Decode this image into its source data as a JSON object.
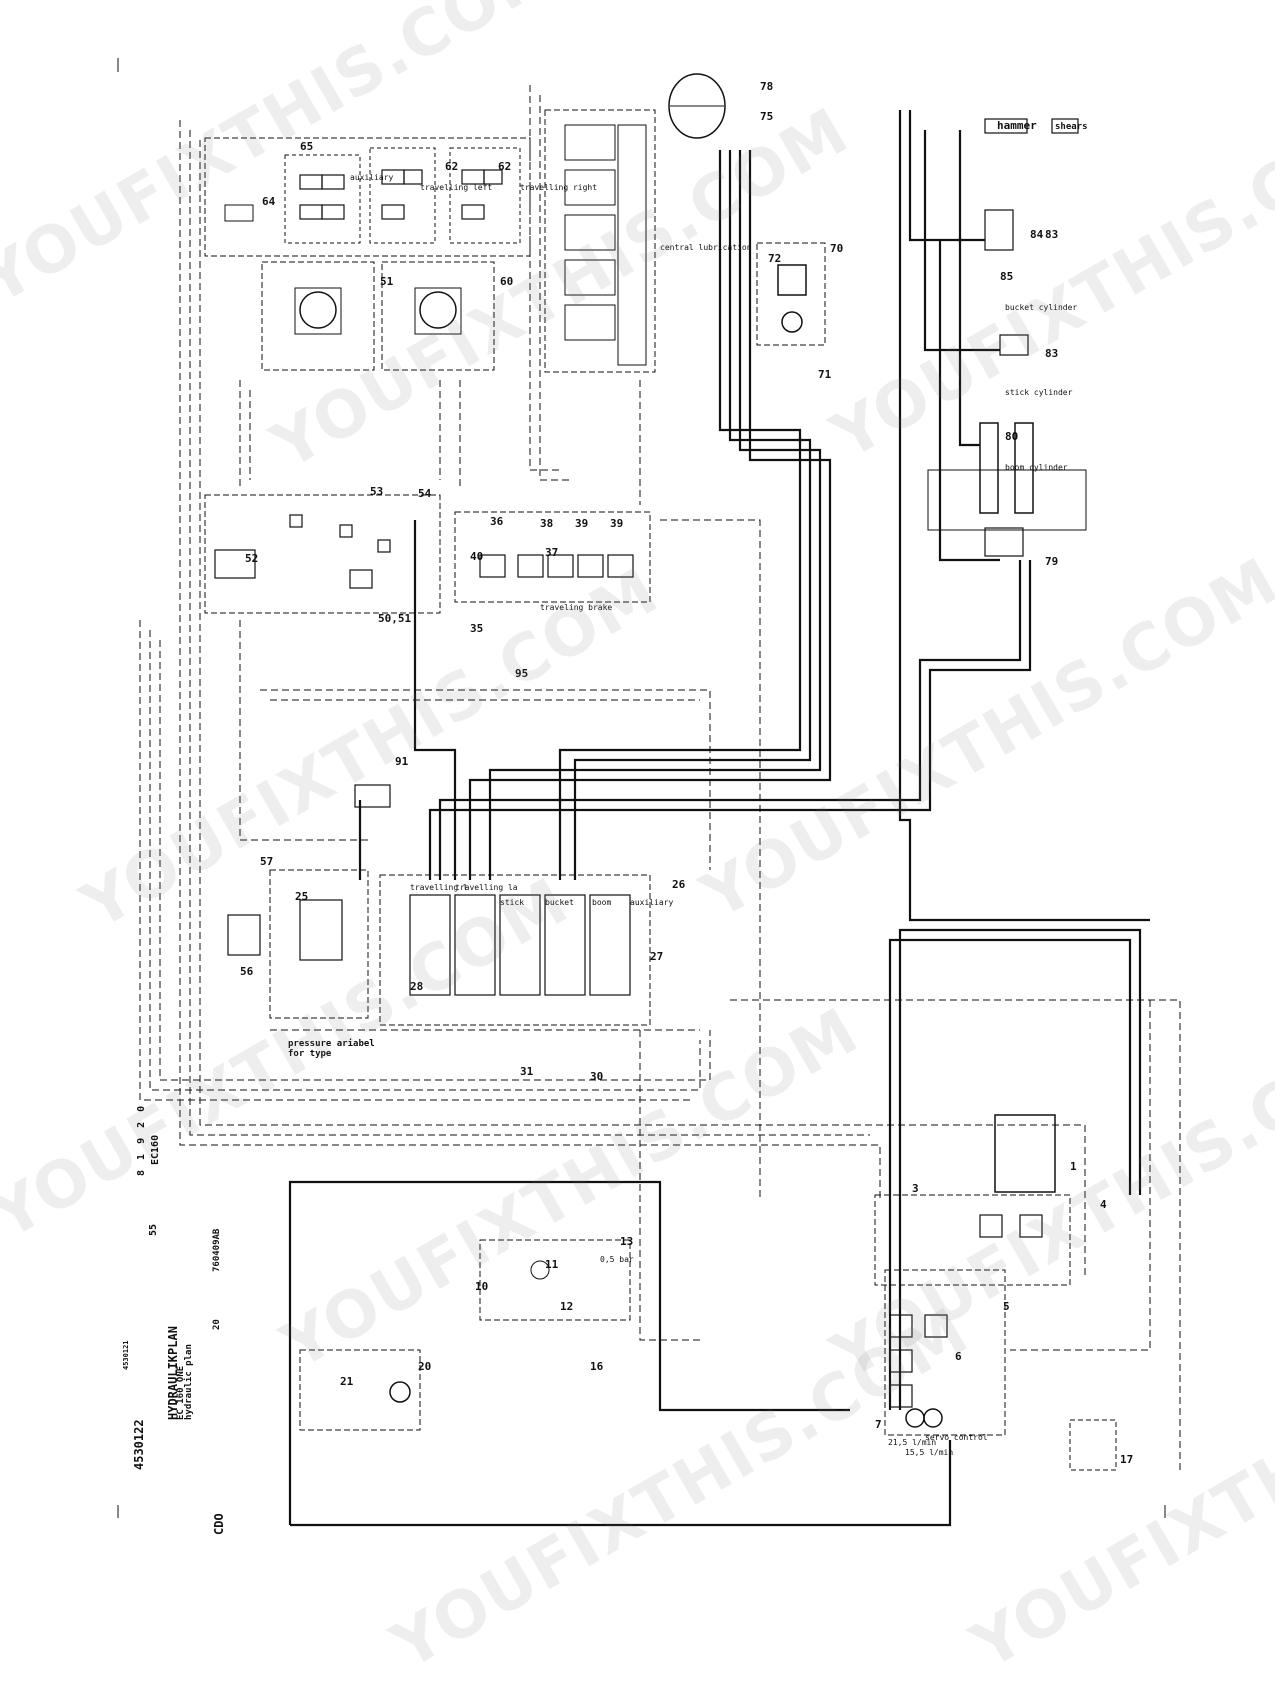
{
  "title_block": {
    "title": "HYDRAULIKPLAN",
    "subtitle_1": "EC 160 ONE",
    "subtitle_2": "hydraulic plan",
    "drawing_number": "4530122",
    "model": "EC160",
    "serial_digits": "8 1 9 2 0",
    "model_suffix": "55",
    "sheet_code": "760409AB",
    "sheet_number": "20",
    "small_code": "4530121",
    "revision_code": "CDO"
  },
  "tags": {
    "hammer": "hammer",
    "shears": "shears",
    "pressure_note": "pressure ariabel",
    "type_note": "for type"
  },
  "components": {
    "c1": "1",
    "c3": "3",
    "c4": "4",
    "c5": "5",
    "c6": "6",
    "c7": "7",
    "c10": "10",
    "c11": "11",
    "c12": "12",
    "c13": "13",
    "c16": "16",
    "c17": "17",
    "c20": "20",
    "c21": "21",
    "c25": "25",
    "c26": "26",
    "c27": "27",
    "c28": "28",
    "c30": "30",
    "c31": "31",
    "c35": "35",
    "c36": "36",
    "c37": "37",
    "c38": "38",
    "c39a": "39",
    "c39b": "39",
    "c40": "40",
    "c50": "50,51",
    "c51": "51",
    "c52": "52",
    "c53": "53",
    "c54": "54",
    "c56": "56",
    "c57": "57",
    "c60": "60",
    "c62a": "62",
    "c62b": "62",
    "c64": "64",
    "c65": "65",
    "c70": "70",
    "c71": "71",
    "c72": "72",
    "c75": "75",
    "c78": "78",
    "c79": "79",
    "c80": "80",
    "c83a": "83",
    "c83b": "83",
    "c84": "84",
    "c85": "85",
    "c91": "91",
    "c95": "95"
  },
  "annotations": {
    "boom_cylinder": "boom cylinder",
    "stick_cylinder": "stick cylinder",
    "bucket_cylinder": "bucket cylinder",
    "travelling_right": "travelling right",
    "travelling_left": "travelling left",
    "auxiliary": "auxiliary",
    "central_lubrication": "central lubrication",
    "pump_rate": "21,5 l/min",
    "pump_rate_2": "15,5 l/min",
    "servo_control": "servo control",
    "traveling_brake": "traveling brake",
    "boom": "boom",
    "stick": "stick",
    "bucket": "bucket",
    "travelling_l": "travelling l",
    "travelling_la": "travelling la",
    "bar_note": "0,5 bar"
  }
}
